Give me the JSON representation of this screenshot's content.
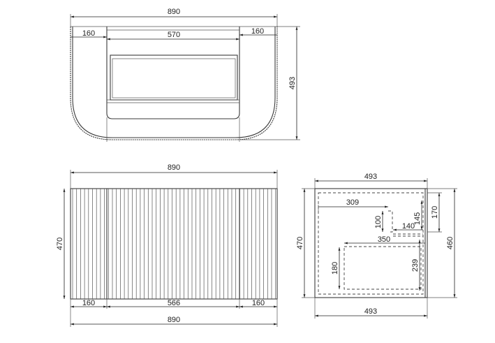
{
  "top_view": {
    "width": "890",
    "left": "160",
    "middle": "570",
    "right": "160",
    "depth": "493"
  },
  "front_view": {
    "width_top": "890",
    "height": "470",
    "left": "160",
    "middle": "566",
    "right": "160",
    "width_bottom": "890"
  },
  "side_view": {
    "width_top": "493",
    "width_bottom": "493",
    "height_left": "470",
    "height_right": "460",
    "d309": "309",
    "d100": "100",
    "d140": "140",
    "d145": "145",
    "d170": "170",
    "d350": "350",
    "d180": "180",
    "d239": "239"
  }
}
